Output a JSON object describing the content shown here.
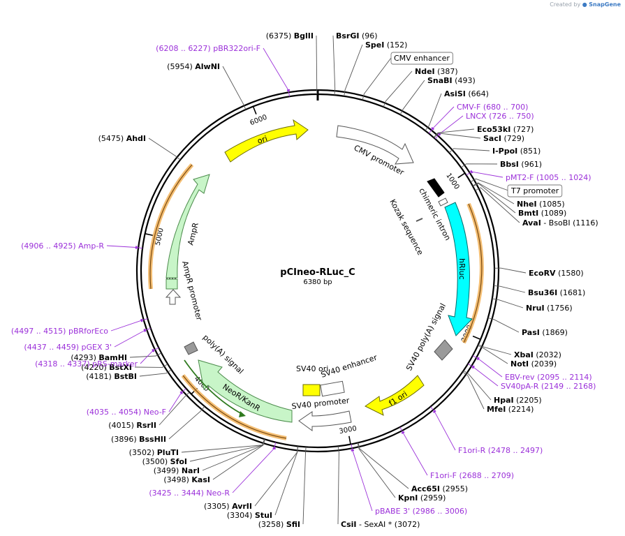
{
  "credit": {
    "prefix": "Created by",
    "brand": "SnapGene"
  },
  "plasmid": {
    "name": "pCIneo-RLuc_C",
    "length_label": "6380 bp",
    "length": 6380
  },
  "ticks": [
    "1000",
    "2000",
    "3000",
    "4000",
    "5000",
    "6000"
  ],
  "features": [
    {
      "name": "ori",
      "label": "ori",
      "color": "#ffff00",
      "edge": "#6b6b00"
    },
    {
      "name": "cmv-promoter",
      "label": "CMV promoter",
      "color": "#ffffff",
      "edge": "#555555"
    },
    {
      "name": "chimeric-intron",
      "label": "chimeric intron",
      "color": "#000000",
      "edge": "#000000"
    },
    {
      "name": "kozak",
      "label": "Kozak sequence",
      "color": "#888888",
      "edge": "#555555"
    },
    {
      "name": "hrluc",
      "label": "hRluc",
      "color": "#00ffff",
      "edge": "#006b6b"
    },
    {
      "name": "sv40-polya-right",
      "label": "SV40 poly(A) signal",
      "color": "#9a9a9a",
      "edge": "#555555"
    },
    {
      "name": "f1-ori",
      "label": "f1 ori",
      "color": "#ffff00",
      "edge": "#6b6b00"
    },
    {
      "name": "sv40-promoter",
      "label": "SV40 promoter",
      "color": "#ffffff",
      "edge": "#555555"
    },
    {
      "name": "sv40-ori",
      "label": "SV40 ori",
      "color": "#ffff00",
      "edge": "#6b6b00"
    },
    {
      "name": "sv40-enhancer",
      "label": "SV40 enhancer",
      "color": "#ffffff",
      "edge": "#555555"
    },
    {
      "name": "neor-kanr",
      "label": "NeoR/KanR",
      "color": "#c8f5c8",
      "edge": "#4a8a4a"
    },
    {
      "name": "polya-left",
      "label": "poly(A) signal",
      "color": "#9a9a9a",
      "edge": "#555555"
    },
    {
      "name": "ampr",
      "label": "AmpR",
      "color": "#c8f5c8",
      "edge": "#4a8a4a"
    },
    {
      "name": "ampr-promoter",
      "label": "AmpR promoter",
      "color": "#ffffff",
      "edge": "#555555"
    }
  ],
  "labels": [
    {
      "id": "bglii",
      "kind": "enzyme",
      "pre": "(6375)",
      "name": "BglII",
      "post": ""
    },
    {
      "id": "bsrgi",
      "kind": "enzyme",
      "pre": "",
      "name": "BsrGI",
      "post": "(96)"
    },
    {
      "id": "spei",
      "kind": "enzyme",
      "pre": "",
      "name": "SpeI",
      "post": "(152)"
    },
    {
      "id": "cmv-enhancer",
      "kind": "box",
      "pre": "",
      "name": "CMV enhancer",
      "post": ""
    },
    {
      "id": "ndei",
      "kind": "enzyme",
      "pre": "",
      "name": "NdeI",
      "post": "(387)"
    },
    {
      "id": "snabi",
      "kind": "enzyme",
      "pre": "",
      "name": "SnaBI",
      "post": "(493)"
    },
    {
      "id": "asisi",
      "kind": "enzyme",
      "pre": "",
      "name": "AsiSI",
      "post": "(664)"
    },
    {
      "id": "cmv-f",
      "kind": "primer",
      "pre": "",
      "name": "CMV-F",
      "post": "(680 .. 700)"
    },
    {
      "id": "lncx",
      "kind": "primer",
      "pre": "",
      "name": "LNCX",
      "post": "(726 .. 750)"
    },
    {
      "id": "eco53ki",
      "kind": "enzyme",
      "pre": "",
      "name": "Eco53kI",
      "post": "(727)"
    },
    {
      "id": "saci",
      "kind": "enzyme",
      "pre": "",
      "name": "SacI",
      "post": "(729)"
    },
    {
      "id": "i-ppoi",
      "kind": "enzyme",
      "pre": "",
      "name": "I-PpoI",
      "post": "(851)"
    },
    {
      "id": "bbsi",
      "kind": "enzyme",
      "pre": "",
      "name": "BbsI",
      "post": "(961)"
    },
    {
      "id": "pmt2-f",
      "kind": "primer",
      "pre": "",
      "name": "pMT2-F",
      "post": "(1005 .. 1024)"
    },
    {
      "id": "t7-promoter",
      "kind": "box",
      "pre": "",
      "name": "T7 promoter",
      "post": ""
    },
    {
      "id": "nhei",
      "kind": "enzyme",
      "pre": "",
      "name": "NheI",
      "post": "(1085)"
    },
    {
      "id": "bmti",
      "kind": "enzyme",
      "pre": "",
      "name": "BmtI",
      "post": "(1089)"
    },
    {
      "id": "avai",
      "kind": "enzyme",
      "pre": "",
      "name": "AvaI",
      "post": "- BsoBI  (1116)"
    },
    {
      "id": "ecorv",
      "kind": "enzyme",
      "pre": "",
      "name": "EcoRV",
      "post": "(1580)"
    },
    {
      "id": "bsu36i",
      "kind": "enzyme",
      "pre": "",
      "name": "Bsu36I",
      "post": "(1681)"
    },
    {
      "id": "nrui",
      "kind": "enzyme",
      "pre": "",
      "name": "NruI",
      "post": "(1756)"
    },
    {
      "id": "pasi",
      "kind": "enzyme",
      "pre": "",
      "name": "PasI",
      "post": "(1869)"
    },
    {
      "id": "xbai",
      "kind": "enzyme",
      "pre": "",
      "name": "XbaI",
      "post": "(2032)"
    },
    {
      "id": "noti",
      "kind": "enzyme",
      "pre": "",
      "name": "NotI",
      "post": "(2039)"
    },
    {
      "id": "ebv-rev",
      "kind": "primer",
      "pre": "",
      "name": "EBV-rev",
      "post": "(2095 .. 2114)"
    },
    {
      "id": "sv40pa-r",
      "kind": "primer",
      "pre": "",
      "name": "SV40pA-R",
      "post": "(2149 .. 2168)"
    },
    {
      "id": "hpai",
      "kind": "enzyme",
      "pre": "",
      "name": "HpaI",
      "post": "(2205)"
    },
    {
      "id": "mfei",
      "kind": "enzyme",
      "pre": "",
      "name": "MfeI",
      "post": "(2214)"
    },
    {
      "id": "f1ori-r",
      "kind": "primer",
      "pre": "",
      "name": "F1ori-R",
      "post": "(2478 .. 2497)"
    },
    {
      "id": "f1ori-f",
      "kind": "primer",
      "pre": "",
      "name": "F1ori-F",
      "post": "(2688 .. 2709)"
    },
    {
      "id": "acc65i",
      "kind": "enzyme",
      "pre": "",
      "name": "Acc65I",
      "post": "(2955)"
    },
    {
      "id": "kpni",
      "kind": "enzyme",
      "pre": "",
      "name": "KpnI",
      "post": "(2959)"
    },
    {
      "id": "pbabe-3",
      "kind": "primer",
      "pre": "",
      "name": "pBABE 3'",
      "post": "(2986 .. 3006)"
    },
    {
      "id": "csii",
      "kind": "enzyme",
      "pre": "",
      "name": "CsiI",
      "post": "-  SexAI *  (3072)"
    },
    {
      "id": "sfii",
      "kind": "enzyme",
      "pre": "(3258)",
      "name": "SfiI",
      "post": ""
    },
    {
      "id": "stui",
      "kind": "enzyme",
      "pre": "(3304)",
      "name": "StuI",
      "post": ""
    },
    {
      "id": "avrii",
      "kind": "enzyme",
      "pre": "(3305)",
      "name": "AvrII",
      "post": ""
    },
    {
      "id": "neo-r",
      "kind": "primer",
      "pre": "(3425 .. 3444)",
      "name": "Neo-R",
      "post": ""
    },
    {
      "id": "kasi",
      "kind": "enzyme",
      "pre": "(3498)",
      "name": "KasI",
      "post": ""
    },
    {
      "id": "nari",
      "kind": "enzyme",
      "pre": "(3499)",
      "name": "NarI",
      "post": ""
    },
    {
      "id": "sfoi",
      "kind": "enzyme",
      "pre": "(3500)",
      "name": "SfoI",
      "post": ""
    },
    {
      "id": "pluti",
      "kind": "enzyme",
      "pre": "(3502)",
      "name": "PluTI",
      "post": ""
    },
    {
      "id": "bsshii",
      "kind": "enzyme",
      "pre": "(3896)",
      "name": "BssHII",
      "post": ""
    },
    {
      "id": "rsrii",
      "kind": "enzyme",
      "pre": "(4015)",
      "name": "RsrII",
      "post": ""
    },
    {
      "id": "neo-f",
      "kind": "primer",
      "pre": "(4035 .. 4054)",
      "name": "Neo-F",
      "post": ""
    },
    {
      "id": "bstbi",
      "kind": "enzyme",
      "pre": "(4181)",
      "name": "BstBI",
      "post": ""
    },
    {
      "id": "bstxi",
      "kind": "enzyme",
      "pre": "(4220)",
      "name": "BstXI",
      "post": ""
    },
    {
      "id": "bamhi",
      "kind": "enzyme",
      "pre": "(4293)",
      "name": "BamHI",
      "post": ""
    },
    {
      "id": "prs-marker",
      "kind": "primer",
      "pre": "(4318 .. 4337)",
      "name": "pRS-marker",
      "post": ""
    },
    {
      "id": "pgex-3",
      "kind": "primer",
      "pre": "(4437 .. 4459)",
      "name": "pGEX 3'",
      "post": ""
    },
    {
      "id": "pbrforeco",
      "kind": "primer",
      "pre": "(4497 .. 4515)",
      "name": "pBRforEco",
      "post": ""
    },
    {
      "id": "amp-r",
      "kind": "primer",
      "pre": "(4906 .. 4925)",
      "name": "Amp-R",
      "post": ""
    },
    {
      "id": "ahdi",
      "kind": "enzyme",
      "pre": "(5475)",
      "name": "AhdI",
      "post": ""
    },
    {
      "id": "alwni",
      "kind": "enzyme",
      "pre": "(5954)",
      "name": "AlwNI",
      "post": ""
    },
    {
      "id": "pbr322ori-f",
      "kind": "primer",
      "pre": "(6208 .. 6227)",
      "name": "pBR322ori-F",
      "post": ""
    }
  ]
}
